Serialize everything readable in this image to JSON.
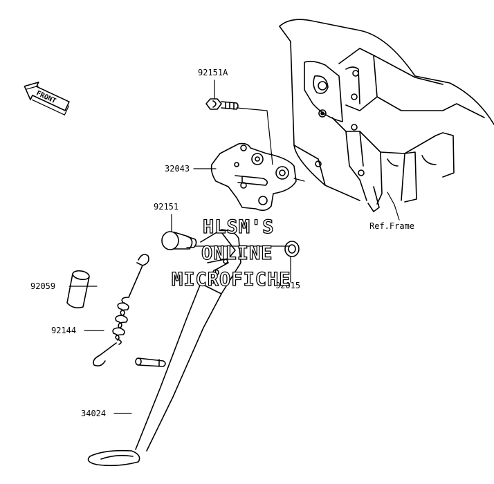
{
  "labels": {
    "p92151A": "92151A",
    "p32043": "32043",
    "p92151": "92151",
    "p92059": "92059",
    "p92144": "92144",
    "p34024": "34024",
    "p92015": "92015",
    "ref_frame": "Ref.Frame"
  },
  "front_arrow": "FRONT",
  "watermark": {
    "line1": "HLSM'S",
    "line2": "ONLINE",
    "line3": "MICROFICHE"
  }
}
